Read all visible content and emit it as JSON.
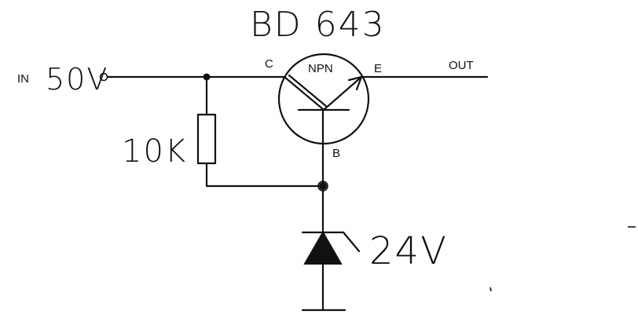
{
  "labels": {
    "part_number": "BD 643",
    "input_label": "IN",
    "input_voltage": "50V",
    "resistor": "10K",
    "transistor_type": "NPN",
    "collector": "C",
    "emitter": "E",
    "base": "B",
    "output": "OUT",
    "zener_voltage": "24V"
  },
  "colors": {
    "ink": "#111111",
    "background": "#ffffff"
  }
}
